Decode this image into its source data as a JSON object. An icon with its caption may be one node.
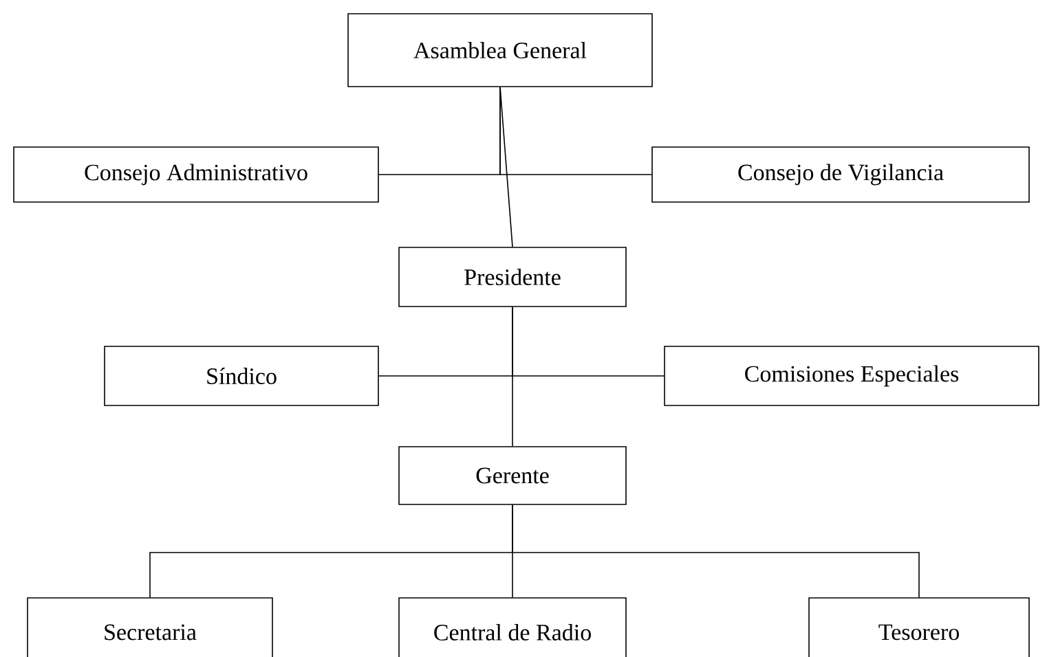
{
  "diagram": {
    "nodes": [
      {
        "text": [
          "Asamblea General"
        ]
      },
      {
        "text": [
          "Consejo Administrativo"
        ]
      },
      {
        "text": [
          "Consejo de Vigilancia"
        ]
      },
      {
        "text": [
          "Presidente"
        ]
      },
      {
        "text": [
          "Síndico"
        ]
      },
      {
        "text": [
          "Comisiones Especiales"
        ]
      },
      {
        "text": [
          "Gerente"
        ]
      },
      {
        "text": [
          "Secretaria"
        ]
      },
      {
        "text": [
          "Central de Radio"
        ]
      },
      {
        "text": [
          "Tesorero"
        ]
      }
    ],
    "edges": [
      {
        "from": 0,
        "to": 1,
        "arrow": "none"
      },
      {
        "from": 0,
        "to": 2,
        "arrow": "none"
      },
      {
        "from": 0,
        "to": 3,
        "arrow": "none"
      },
      {
        "from": 3,
        "to": 4,
        "arrow": "none"
      },
      {
        "from": 3,
        "to": 5,
        "arrow": "none"
      },
      {
        "from": 3,
        "to": 6,
        "arrow": "none"
      },
      {
        "from": 6,
        "to": 7,
        "arrow": "none"
      },
      {
        "from": 6,
        "to": 8,
        "arrow": "none"
      },
      {
        "from": 6,
        "to": 9,
        "arrow": "none"
      }
    ]
  }
}
